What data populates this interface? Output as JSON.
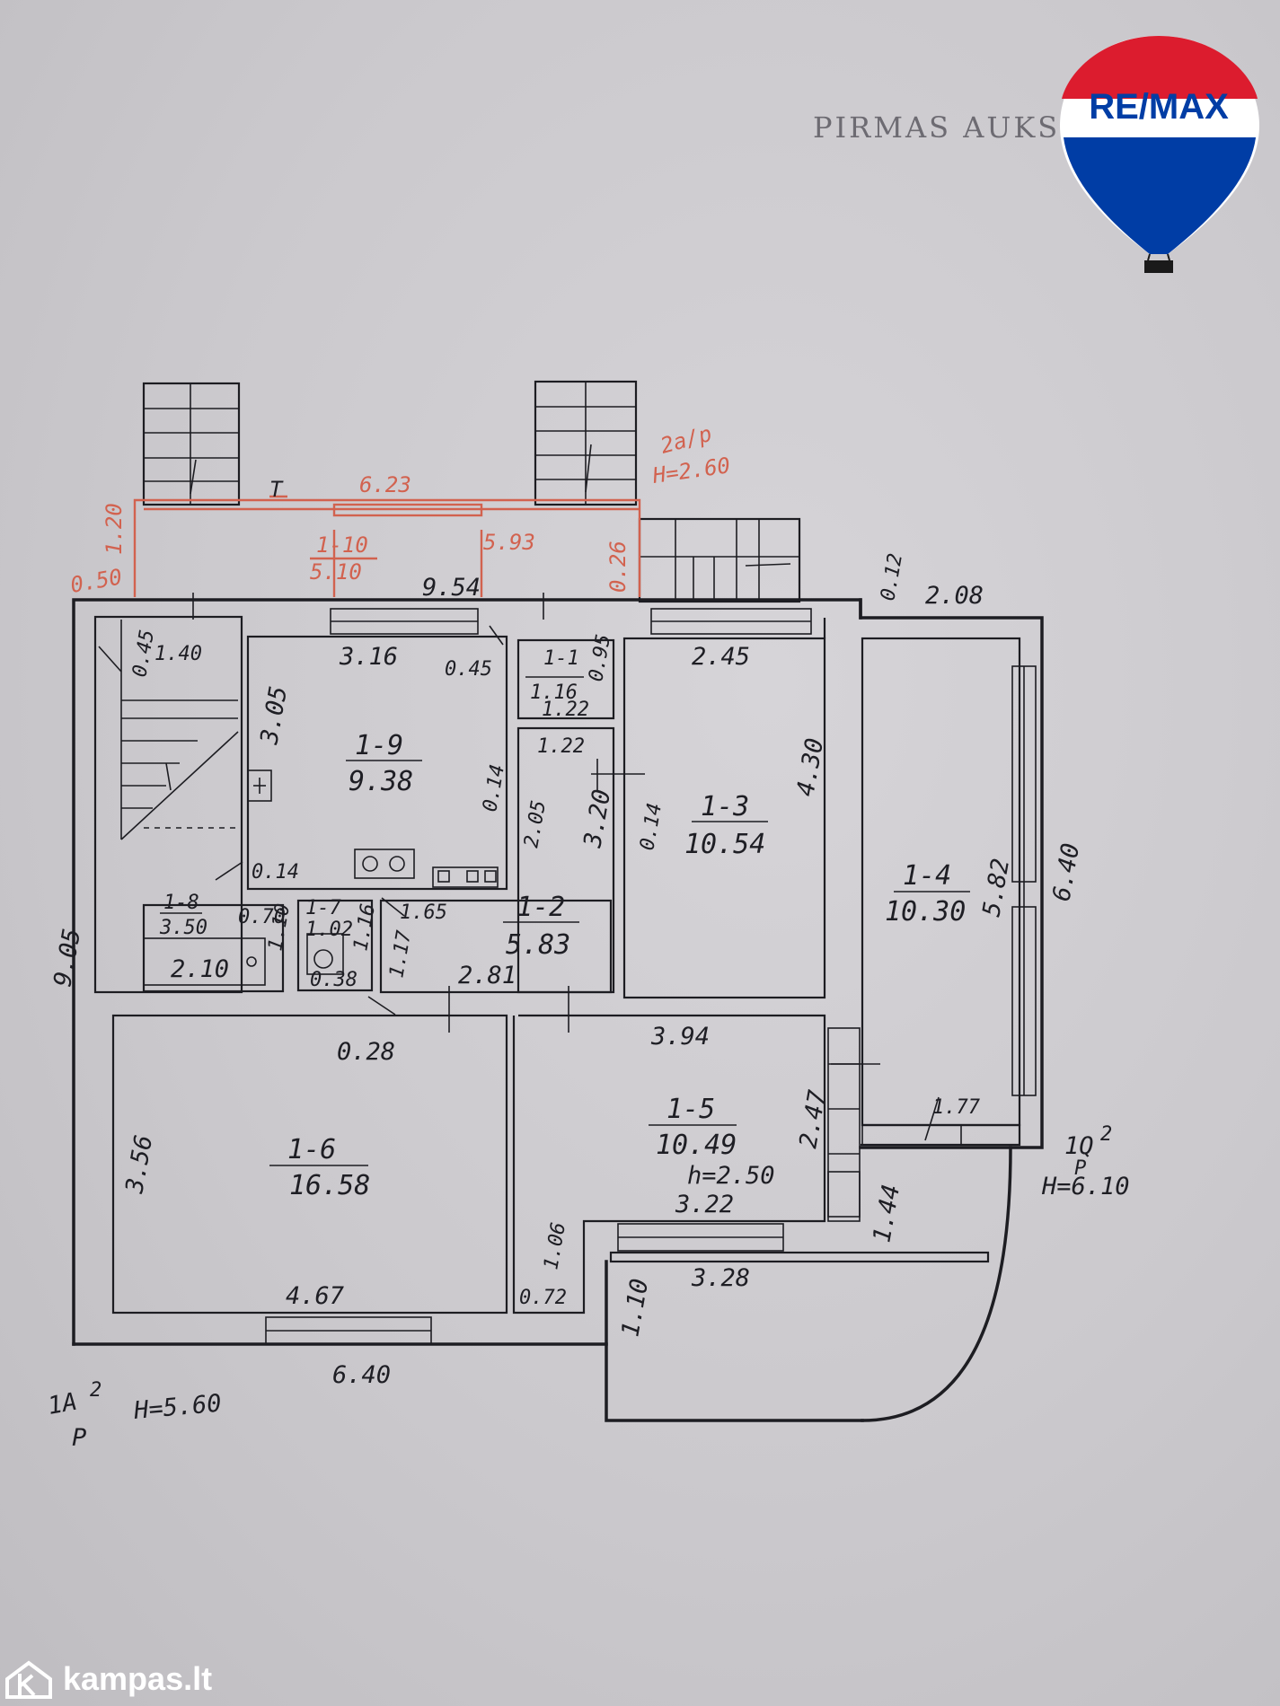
{
  "header": {
    "title": "PIRMAS AUKS"
  },
  "logo": {
    "text": "RE/MAX",
    "colors": {
      "red": "#dc1c2e",
      "blue": "#003da5",
      "white": "#ffffff"
    }
  },
  "watermark": {
    "text": "kampas.lt",
    "icon": "house-k-logo-icon"
  },
  "rooms": [
    {
      "id": "1-9",
      "area": "9.38"
    },
    {
      "id": "1-1",
      "area": "1.16"
    },
    {
      "id": "1-3",
      "area": "10.54"
    },
    {
      "id": "1-4",
      "area": "10.30"
    },
    {
      "id": "1-8",
      "area": "3.50"
    },
    {
      "id": "1-7",
      "area": "1.02"
    },
    {
      "id": "1-2",
      "area": "5.83"
    },
    {
      "id": "1-6",
      "area": "16.58"
    },
    {
      "id": "1-5",
      "area": "10.49"
    },
    {
      "id": "1-10",
      "area": "5.10"
    }
  ],
  "dims": {
    "d954": "9.54",
    "d012": "0.12",
    "d208": "2.08",
    "d140": "1.40",
    "d045a": "0.45",
    "d316": "3.16",
    "d045b": "0.45",
    "d095": "0.95",
    "d122a": "1.22",
    "d245": "2.45",
    "d305": "3.05",
    "d122b": "1.22",
    "d014a": "0.14",
    "d205": "2.05",
    "d320": "3.20",
    "d014b": "0.14",
    "d430": "4.30",
    "d640r": "6.40",
    "d582": "5.82",
    "d014c": "0.14",
    "d070": "0.70",
    "d116": "1.16",
    "d165": "1.65",
    "d110a": "1.10",
    "d117": "1.17",
    "d210": "2.10",
    "d038": "0.38",
    "d281": "2.81",
    "d905": "9.05",
    "d028": "0.28",
    "d394": "3.94",
    "d247": "2.47",
    "d177": "1.77",
    "d356": "3.56",
    "d250": "h=2.50",
    "d322": "3.22",
    "d144": "1.44",
    "d106": "1.06",
    "d328": "3.28",
    "d072": "0.72",
    "d110b": "1.10",
    "d467": "4.67",
    "d640b": "6.40",
    "leftTag1": "1A",
    "leftTag1sup": "2",
    "leftTag1sub": "P",
    "leftH": "H=5.60",
    "rightTag1": "1Q",
    "rightTag1sup": "2",
    "rightTag1sub": "P",
    "rightH": "H=6.10"
  },
  "red_dims": {
    "r623": "6.23",
    "r593": "5.93",
    "r120": "1.20",
    "r050": "0.50",
    "r026": "0.26",
    "note1": "2a/p",
    "note2": "H=2.60",
    "t": "T"
  }
}
